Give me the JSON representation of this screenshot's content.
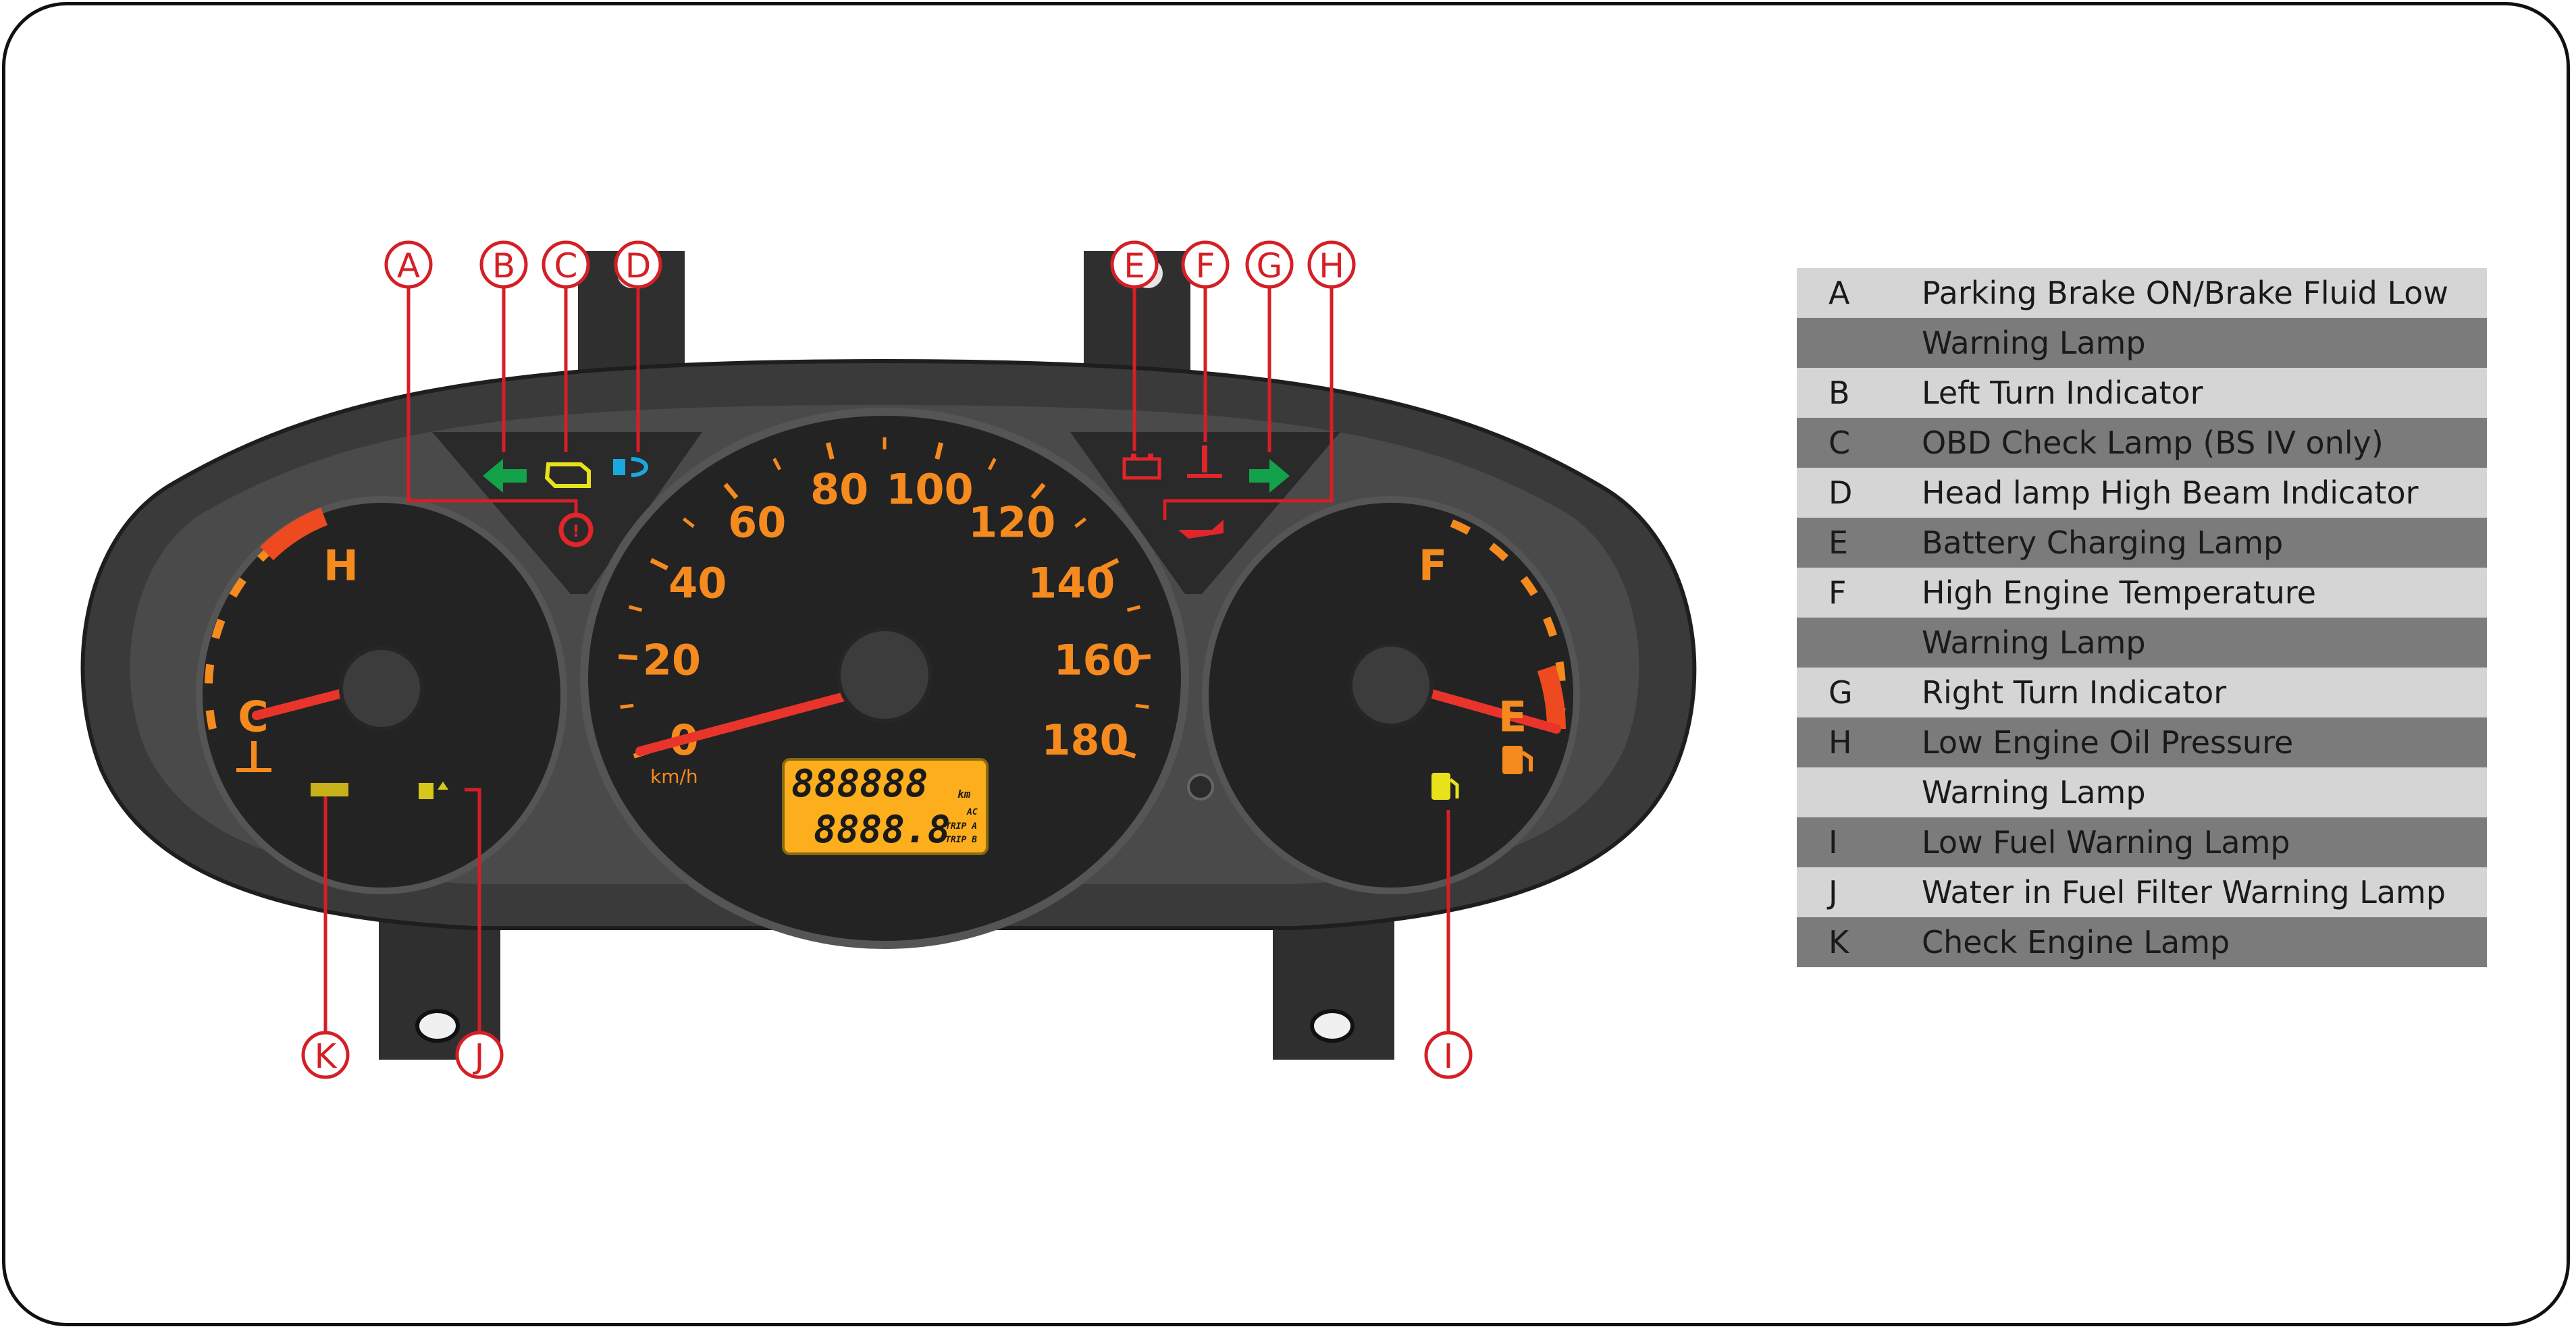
{
  "gauges": {
    "speedometer": {
      "ticks": [
        "0",
        "20",
        "40",
        "60",
        "80",
        "100",
        "120",
        "140",
        "160",
        "180"
      ],
      "unit": "km/h",
      "odometer": "888888",
      "odometer_unit": "km",
      "trip": "8888.8",
      "trip_labels": [
        "AC",
        "TRIP A",
        "TRIP B"
      ]
    },
    "temperature": {
      "high": "H",
      "low": "C"
    },
    "fuel": {
      "full": "F",
      "empty": "E"
    }
  },
  "callouts": [
    "A",
    "B",
    "C",
    "D",
    "E",
    "F",
    "G",
    "H",
    "I",
    "J",
    "K"
  ],
  "legend": [
    {
      "key": "A",
      "desc": "Parking Brake ON/Brake Fluid Low"
    },
    {
      "key": "",
      "desc": "Warning Lamp"
    },
    {
      "key": "B",
      "desc": "Left Turn Indicator"
    },
    {
      "key": "C",
      "desc": "OBD Check Lamp (BS IV only)"
    },
    {
      "key": "D",
      "desc": "Head lamp High Beam Indicator"
    },
    {
      "key": "E",
      "desc": "Battery Charging Lamp"
    },
    {
      "key": "F",
      "desc": "High Engine Temperature"
    },
    {
      "key": "",
      "desc": "Warning Lamp"
    },
    {
      "key": "G",
      "desc": "Right Turn Indicator"
    },
    {
      "key": "H",
      "desc": "Low Engine Oil Pressure"
    },
    {
      "key": "",
      "desc": "Warning Lamp"
    },
    {
      "key": "I",
      "desc": "Low Fuel Warning Lamp"
    },
    {
      "key": "J",
      "desc": "Water in Fuel Filter Warning Lamp"
    },
    {
      "key": "K",
      "desc": "Check Engine Lamp"
    }
  ],
  "colors": {
    "callout_red": "#d51f26",
    "gauge_orange": "#f58a1f",
    "turn_green": "#13a14a",
    "warning_red": "#e0252b",
    "obd_yellow": "#e8e21b",
    "beam_blue": "#1ba7e0",
    "lcd_amber": "#fcae1c",
    "legend_light": "#d5d5d5",
    "legend_dark": "#7b7b7b"
  }
}
